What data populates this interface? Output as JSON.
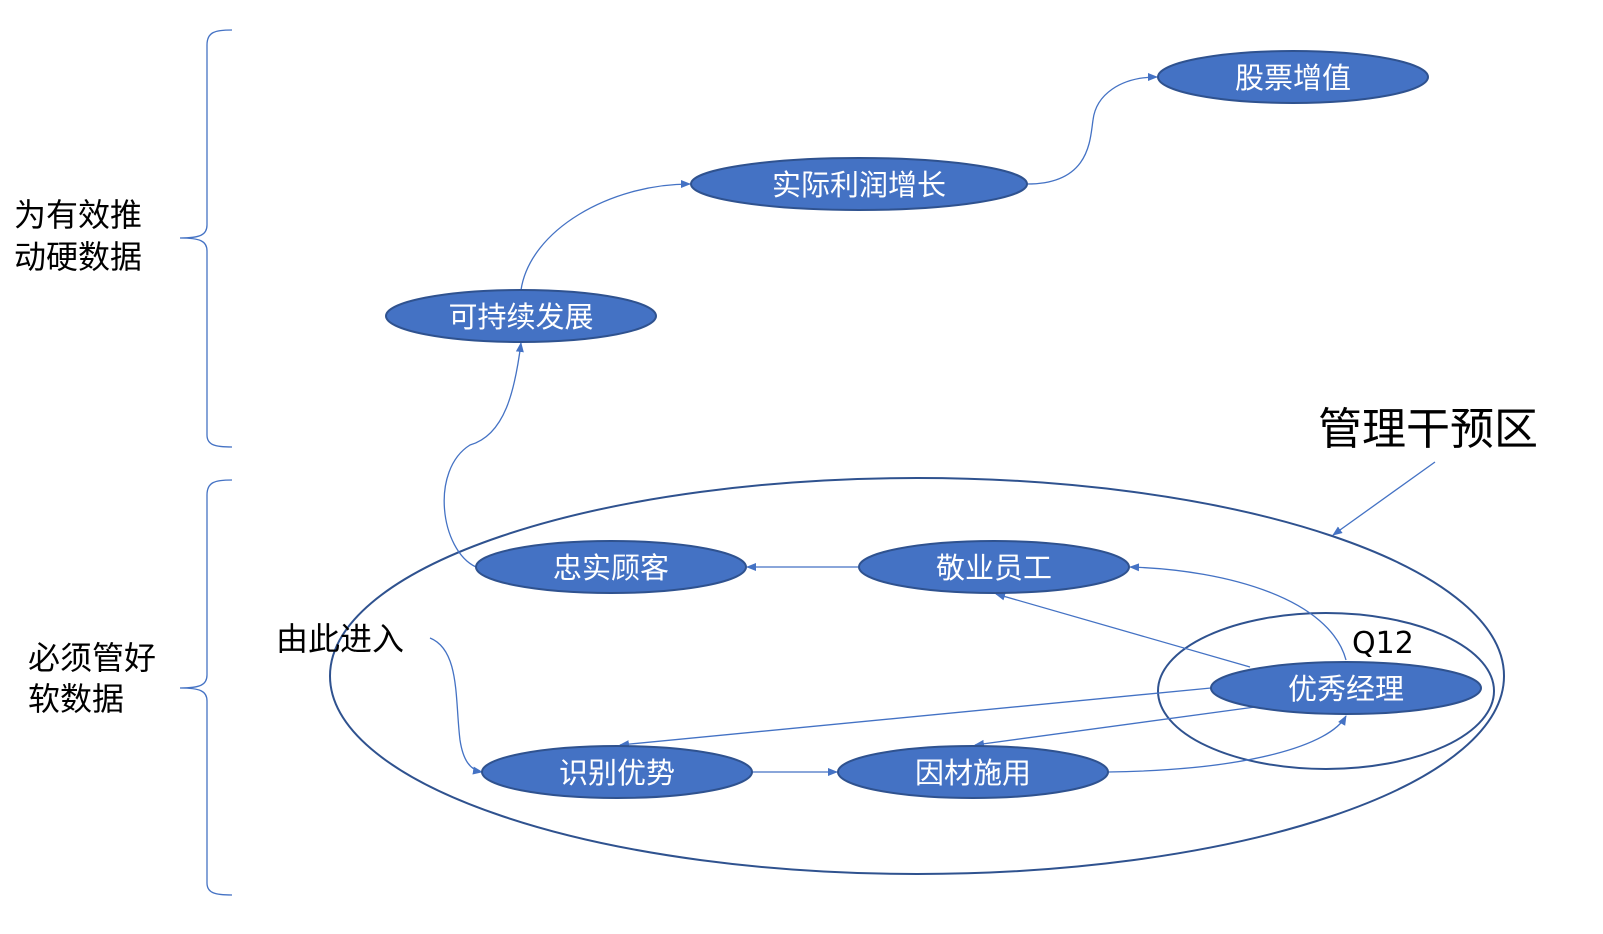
{
  "colors": {
    "node_fill": "#4472C4",
    "node_stroke": "#2F528F",
    "arrow": "#4472C4"
  },
  "labels": {
    "hard_data_line1": "为有效推",
    "hard_data_line2": "动硬数据",
    "soft_data_line1": "必须管好",
    "soft_data_line2": "软数据",
    "entry": "由此进入",
    "management_zone": "管理干预区",
    "q12": "Q12"
  },
  "nodes": {
    "stock": "股票增值",
    "profit": "实际利润增长",
    "sustainable": "可持续发展",
    "loyal_customers": "忠实顾客",
    "engaged_employees": "敬业员工",
    "great_managers": "优秀经理",
    "identify_strengths": "识别优势",
    "talent_placement": "因材施用"
  }
}
